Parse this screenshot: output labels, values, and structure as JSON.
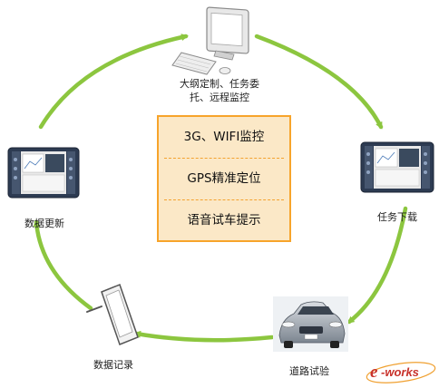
{
  "nodes": {
    "pc": {
      "label_line1": "大纲定制、任务委",
      "label_line2": "托、远程监控",
      "icon": "desktop-computer-icon"
    },
    "task_download": {
      "label": "任务下载",
      "icon": "tablet-terminal-icon"
    },
    "road_test": {
      "label": "道路试验",
      "icon": "car-photo"
    },
    "data_record": {
      "label": "数据记录",
      "icon": "handheld-device-icon"
    },
    "data_update": {
      "label": "数据更新",
      "icon": "tablet-terminal-icon"
    }
  },
  "center_box": {
    "features": [
      "3G、WIFI监控",
      "GPS精准定位",
      "语音试车提示"
    ]
  },
  "logo": {
    "text": "e-works"
  },
  "colors": {
    "arrow": "#8cc63f",
    "box_border": "#f7a42b",
    "box_fill": "#fbe8c7",
    "logo_red": "#c8322b",
    "logo_orange": "#f0a030"
  }
}
